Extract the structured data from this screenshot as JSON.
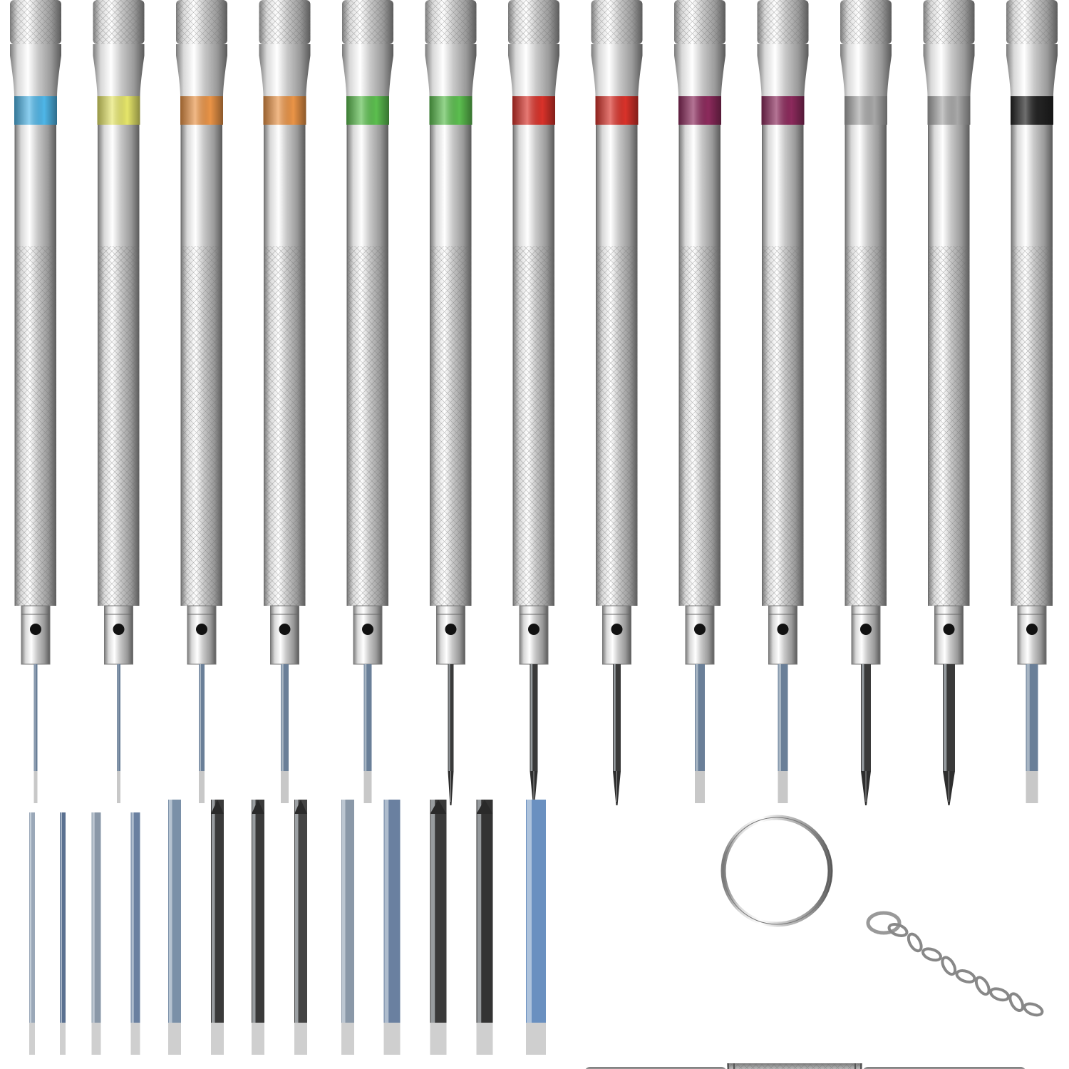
{
  "product": {
    "screwdrivers": [
      {
        "band_color": "#4fb6e8",
        "tip": "flat",
        "tip_size": 1
      },
      {
        "band_color": "#e6e66a",
        "tip": "flat",
        "tip_size": 1
      },
      {
        "band_color": "#ea9447",
        "tip": "flat",
        "tip_size": 2
      },
      {
        "band_color": "#ea9447",
        "tip": "flat",
        "tip_size": 3
      },
      {
        "band_color": "#5cbf4f",
        "tip": "flat",
        "tip_size": 3
      },
      {
        "band_color": "#5cbf4f",
        "tip": "phillips",
        "tip_size": 2
      },
      {
        "band_color": "#d9322a",
        "tip": "phillips",
        "tip_size": 3
      },
      {
        "band_color": "#d9322a",
        "tip": "phillips",
        "tip_size": 3
      },
      {
        "band_color": "#8c2a5c",
        "tip": "flat",
        "tip_size": 4
      },
      {
        "band_color": "#8c2a5c",
        "tip": "flat",
        "tip_size": 4
      },
      {
        "band_color": "#a8a8a8",
        "tip": "phillips",
        "tip_size": 4
      },
      {
        "band_color": "#a8a8a8",
        "tip": "phillips",
        "tip_size": 5
      },
      {
        "band_color": "#222222",
        "tip": "flat",
        "tip_size": 5
      }
    ],
    "spare_bits": [
      {
        "tip": "flat",
        "size": 1,
        "shade": "#9aa8b8"
      },
      {
        "tip": "flat",
        "size": 1,
        "shade": "#5a7090"
      },
      {
        "tip": "flat",
        "size": 2,
        "shade": "#8a98a8"
      },
      {
        "tip": "flat",
        "size": 2,
        "shade": "#6a80a0"
      },
      {
        "tip": "flat",
        "size": 3,
        "shade": "#7a90a8"
      },
      {
        "tip": "phillips",
        "size": 3,
        "shade": "#3a3a3a"
      },
      {
        "tip": "phillips",
        "size": 3,
        "shade": "#3a3a3a"
      },
      {
        "tip": "phillips",
        "size": 3,
        "shade": "#444444"
      },
      {
        "tip": "flat",
        "size": 3,
        "shade": "#8a98a8"
      },
      {
        "tip": "flat",
        "size": 4,
        "shade": "#6a80a0"
      },
      {
        "tip": "phillips",
        "size": 4,
        "shade": "#3a3a3a"
      },
      {
        "tip": "phillips",
        "size": 4,
        "shade": "#333333"
      },
      {
        "tip": "flat",
        "size": 5,
        "shade": "#6a90c0"
      }
    ],
    "keychain": {
      "icon": "keyring-icon",
      "tool_icon": "mini-screwdriver-icon"
    },
    "colors": {
      "chrome_light": "#f2f2f2",
      "chrome_mid": "#b8b8b8",
      "chrome_dark": "#6a6a6a",
      "background": "#ffffff"
    }
  }
}
